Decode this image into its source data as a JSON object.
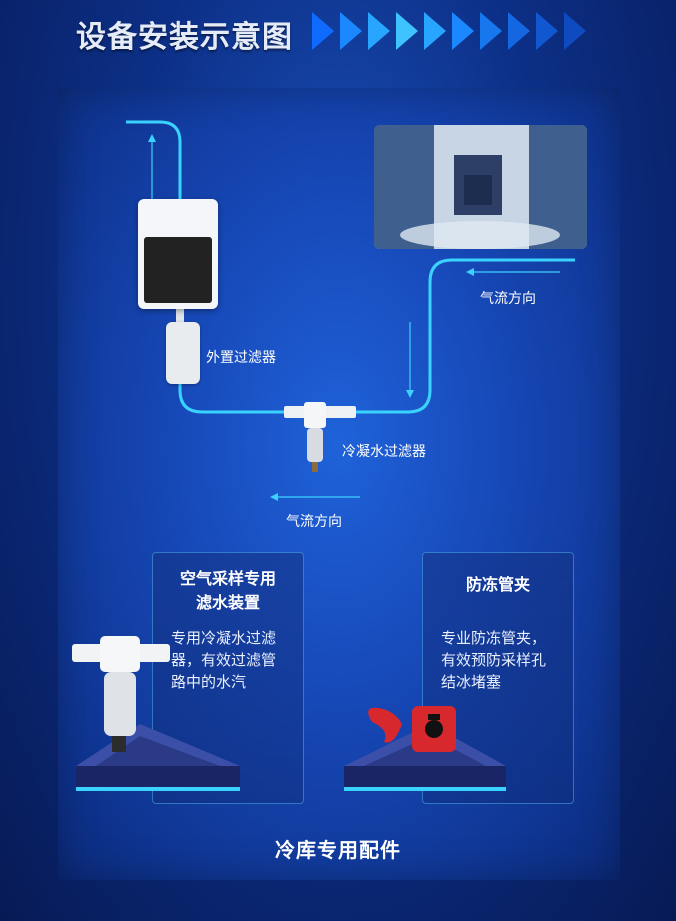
{
  "header": {
    "title": "设备安装示意图"
  },
  "diagram": {
    "labels": {
      "external_filter": "外置过滤器",
      "condensate_filter": "冷凝水过滤器",
      "airflow_right": "气流方向",
      "airflow_bottom": "气流方向"
    }
  },
  "accessories": {
    "title": "冷库专用配件",
    "cards": [
      {
        "title_line1": "空气采样专用",
        "title_line2": "滤水装置",
        "desc_lines": [
          "专用冷凝水过滤",
          "器，有效过滤管",
          "路中的水汽"
        ]
      },
      {
        "title_line1": "防冻管夹",
        "desc_lines": [
          "专业防冻管夹，",
          "有效预防采样孔",
          "结冰堵塞"
        ]
      }
    ]
  },
  "colors": {
    "flow_line": "#3ad3ff",
    "panel": "#1749b9",
    "background": "#0c2f86"
  },
  "icons": [
    "chevron-right-icon",
    "arrow-up-icon",
    "arrow-down-icon",
    "arrow-left-icon"
  ]
}
